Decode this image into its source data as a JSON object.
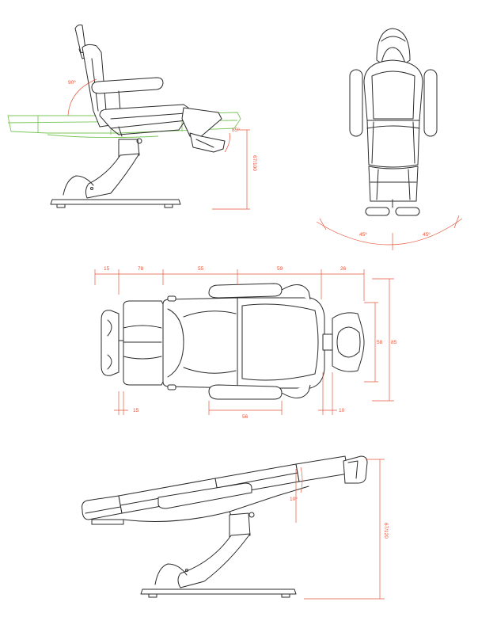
{
  "colors": {
    "line": "#2b2b2b",
    "dimension": "#e8553c",
    "reclined_outline": "#7ac75a",
    "background": "#ffffff"
  },
  "side_view_upright": {
    "back_angle": "90º",
    "leg_angle": "85º",
    "height_range": "67/100"
  },
  "top_view_rotation": {
    "left_angle": "45º",
    "right_angle": "45º"
  },
  "plan_view_dimensions": {
    "top": {
      "headrest": "15",
      "leg_section": "78",
      "seat_section": "55",
      "back_section": "59",
      "head_section": "26"
    },
    "bottom": {
      "foot_gap": "15",
      "armrest_length": "56",
      "head_gap": "10"
    },
    "right": {
      "head_width": "58",
      "total_width": "85"
    }
  },
  "side_view_reclined": {
    "head_angle": "10º",
    "height_range": "67/120"
  }
}
